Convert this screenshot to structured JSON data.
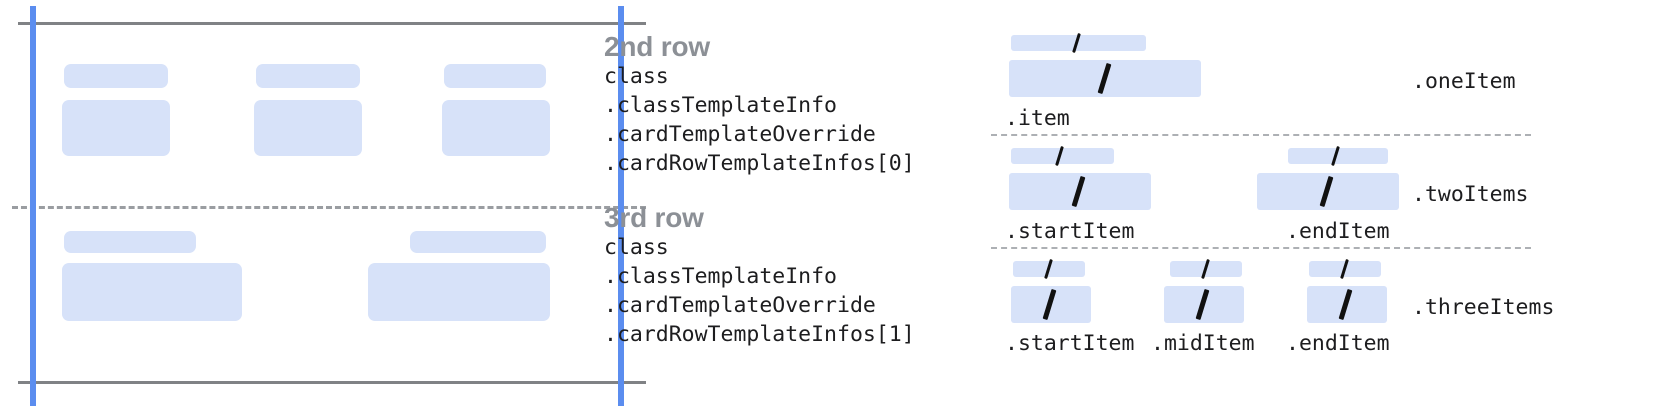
{
  "colors": {
    "fill": "#d7e2f9",
    "guide_blue": "#5b8def",
    "rule_gray": "#808285",
    "title_gray": "#8c9096",
    "code_black": "#1d1d1f"
  },
  "left_panel": {
    "name": "card-rows-preview",
    "rows": [
      {
        "name": "second-row-preview",
        "columns": [
          {
            "bar_label": "title-placeholder",
            "box_label": "content-placeholder"
          },
          {
            "bar_label": "title-placeholder",
            "box_label": "content-placeholder"
          },
          {
            "bar_label": "title-placeholder",
            "box_label": "content-placeholder"
          }
        ]
      },
      {
        "name": "third-row-preview",
        "columns": [
          {
            "bar_label": "title-placeholder",
            "box_label": "content-placeholder"
          },
          {
            "bar_label": "title-placeholder",
            "box_label": "content-placeholder"
          }
        ]
      }
    ]
  },
  "annotations": [
    {
      "title": "2nd row",
      "code": [
        "class",
        ".classTemplateInfo",
        ".cardTemplateOverride",
        ".cardRowTemplateInfos[0]"
      ]
    },
    {
      "title": "3rd row",
      "code": [
        "class",
        ".classTemplateInfo",
        ".cardTemplateOverride",
        ".cardRowTemplateInfos[1]"
      ]
    }
  ],
  "legend": {
    "groups": [
      {
        "name": "one-item-group",
        "right_label": ".oneItem",
        "items": [
          {
            "caption": ".item",
            "glyph": "slash-glyph"
          }
        ]
      },
      {
        "name": "two-items-group",
        "right_label": ".twoItems",
        "items": [
          {
            "caption": ".startItem",
            "glyph": "slash-glyph"
          },
          {
            "caption": ".endItem",
            "glyph": "slash-glyph"
          }
        ]
      },
      {
        "name": "three-items-group",
        "right_label": ".threeItems",
        "items": [
          {
            "caption": ".startItem",
            "glyph": "slash-glyph"
          },
          {
            "caption": ".midItem",
            "glyph": "slash-glyph"
          },
          {
            "caption": ".endItem",
            "glyph": "slash-glyph"
          }
        ]
      }
    ]
  }
}
